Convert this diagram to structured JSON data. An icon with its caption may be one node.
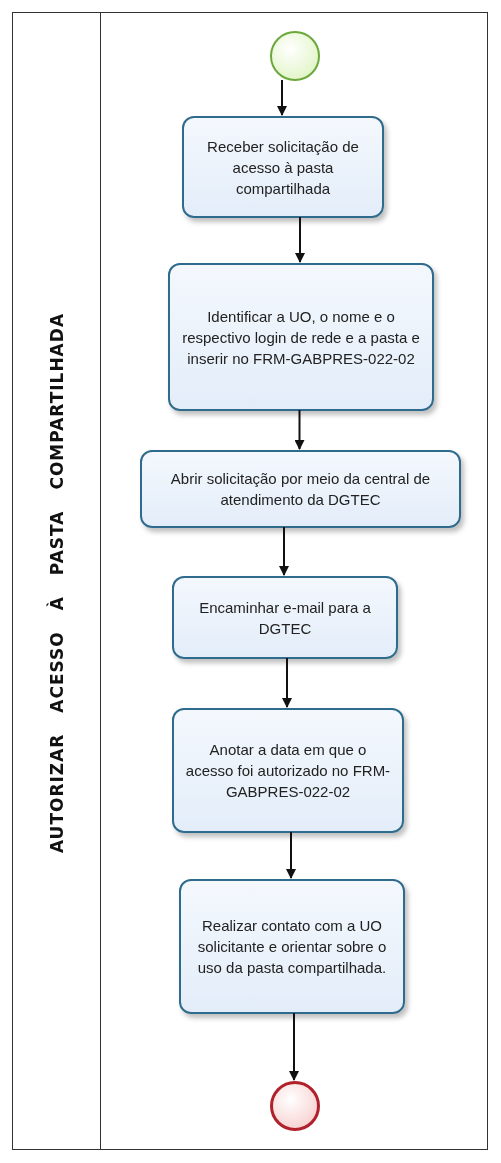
{
  "diagram": {
    "nodes": [
      {
        "text": [
          "AUTORIZAR ACESSO À PASTA COMPARTILHADA"
        ]
      },
      {
        "text": [],
        "shape": "circle",
        "in": 0
      },
      {
        "text": [
          "Receber solicitação de acesso à pasta compartilhada"
        ],
        "in": 0
      },
      {
        "text": [
          "Identificar a UO, o nome e o respectivo login de rede e a pasta e inserir no FRM-GABPRES-022-02"
        ],
        "in": 0
      },
      {
        "text": [
          "Abrir solicitação por meio da central de atendimento da DGTEC"
        ],
        "in": 0
      },
      {
        "text": [
          "Encaminhar e-mail para a DGTEC"
        ],
        "in": 0
      },
      {
        "text": [
          "Anotar a data em que o acesso foi autorizado no FRM-GABPRES-022-02"
        ],
        "in": 0
      },
      {
        "text": [
          "Realizar contato com a UO solicitante e orientar sobre o uso da pasta compartilhada."
        ],
        "in": 0
      },
      {
        "text": [],
        "shape": "circle",
        "in": 0
      }
    ],
    "edges": [
      {
        "from": 1,
        "to": 2,
        "arrow": "to"
      },
      {
        "from": 2,
        "to": 3,
        "arrow": "to"
      },
      {
        "from": 3,
        "to": 4,
        "arrow": "to"
      },
      {
        "from": 4,
        "to": 5,
        "arrow": "to"
      },
      {
        "from": 5,
        "to": 6,
        "arrow": "to"
      },
      {
        "from": 6,
        "to": 7,
        "arrow": "to"
      },
      {
        "from": 7,
        "to": 8,
        "arrow": "to"
      }
    ]
  }
}
